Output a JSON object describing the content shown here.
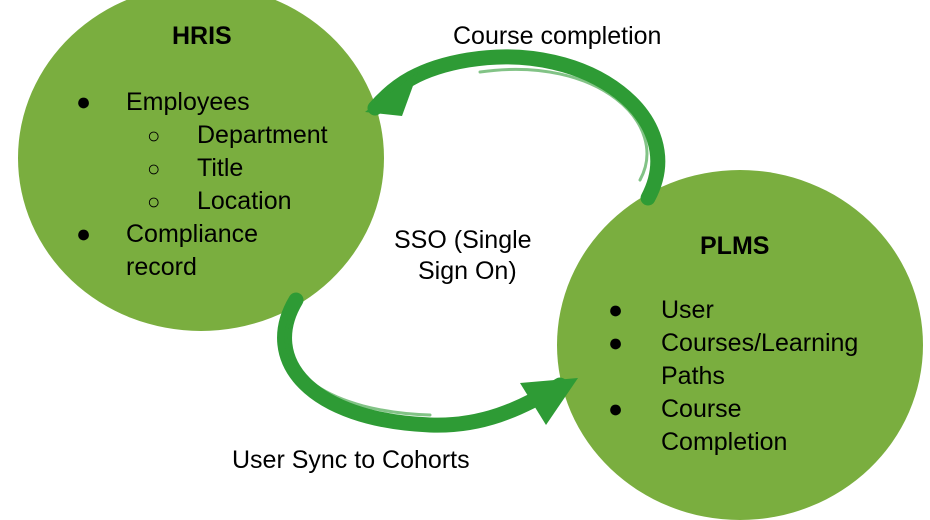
{
  "colors": {
    "circle": "#7AAE3F",
    "arrow": "#2E9B35"
  },
  "icons": {
    "bullet": "filled-circle-bullet",
    "sub_bullet": "hollow-circle-bullet"
  },
  "hris": {
    "title": "HRIS",
    "items": [
      {
        "bullet": "●",
        "label": "Employees"
      },
      {
        "bullet": "○",
        "label": "Department"
      },
      {
        "bullet": "○",
        "label": "Title"
      },
      {
        "bullet": "○",
        "label": "Location"
      },
      {
        "bullet": "●",
        "label": "Compliance",
        "label2": "record"
      }
    ]
  },
  "plms": {
    "title": "PLMS",
    "items": [
      {
        "bullet": "●",
        "label": "User"
      },
      {
        "bullet": "●",
        "label": "Courses/Learning",
        "label2": "Paths"
      },
      {
        "bullet": "●",
        "label": "Course",
        "label2": "Completion"
      }
    ]
  },
  "arrows": {
    "top_label": "Course completion",
    "bottom_label": "User Sync to Cohorts",
    "middle_line1": "SSO (Single",
    "middle_line2": "Sign On)"
  }
}
